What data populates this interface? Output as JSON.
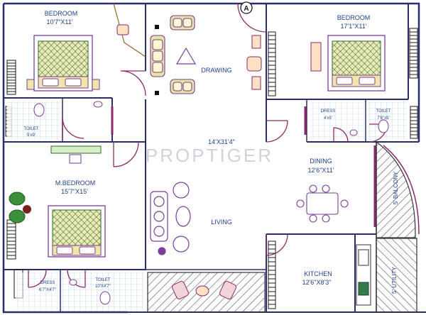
{
  "labels": {
    "bedroom_left": "BEDROOM",
    "bedroom_left_size": "10'7\"X11'",
    "bedroom_right": "BEDROOM",
    "bedroom_right_size": "17'1\"X11'",
    "drawing": "DRAWING",
    "toilet_left": "TOILET",
    "toilet_left_size": "5'x9'",
    "dress_right": "DRESS",
    "dress_right_size": "4'x5'",
    "toilet_right": "TOILET",
    "toilet_right_size": "7'6\"x5'",
    "hall_size": "14'X31'4\"",
    "dining": "DINING",
    "dining_size": "12'6\"X11'",
    "master_bedroom": "M.BEDROOM",
    "master_bedroom_size": "15'7\"X15'",
    "living": "LIVING",
    "balcony": "5' BALCONY",
    "utility": "5' UTILITY",
    "kitchen": "KITCHEN",
    "kitchen_size": "12'6\"X8'3\"",
    "dress_bottom": "DRESS",
    "dress_bottom_size": "6'7\"X4'7\"",
    "toilet_bottom": "TOILET",
    "toilet_bottom_size": "10'X4'7\"",
    "north_marker": "A",
    "watermark": "PROPTIGER"
  },
  "colors": {
    "wall": "#2a2f6b",
    "label": "#1f3f8c",
    "door": "#8a2a6a",
    "furniture": "#7a3e9d",
    "bed_fill": "#e8e6a6",
    "bed_hatch": "#3a7a3a",
    "sofa_fill": "#e7e3a0",
    "plant": "#3b8f3b",
    "hatch": "#444444",
    "tile": "#6fa6cf"
  }
}
